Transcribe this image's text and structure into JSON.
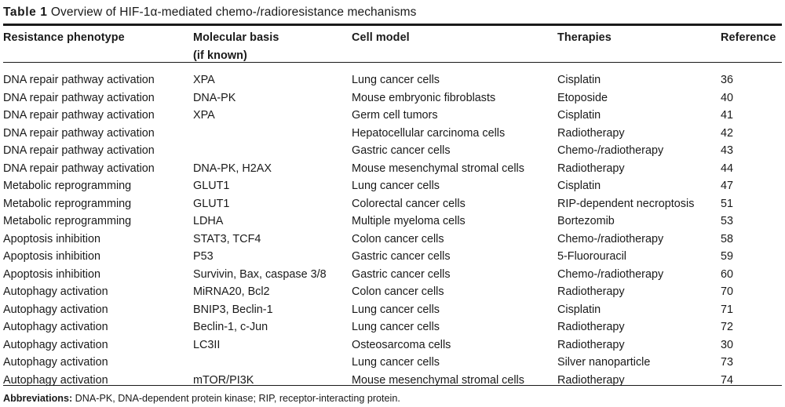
{
  "caption": {
    "label": "Table 1",
    "text": "Overview of HIF-1α-mediated chemo-/radioresistance mechanisms"
  },
  "table": {
    "columns": [
      {
        "header": "Resistance phenotype",
        "subheader": ""
      },
      {
        "header": "Molecular basis",
        "subheader": "(if known)"
      },
      {
        "header": "Cell model",
        "subheader": ""
      },
      {
        "header": "Therapies",
        "subheader": ""
      },
      {
        "header": "Reference",
        "subheader": ""
      }
    ],
    "rows": [
      [
        "DNA repair pathway activation",
        "XPA",
        "Lung cancer cells",
        "Cisplatin",
        "36"
      ],
      [
        "DNA repair pathway activation",
        "DNA-PK",
        "Mouse embryonic fibroblasts",
        "Etoposide",
        "40"
      ],
      [
        "DNA repair pathway activation",
        "XPA",
        "Germ cell tumors",
        "Cisplatin",
        "41"
      ],
      [
        "DNA repair pathway activation",
        "",
        "Hepatocellular carcinoma cells",
        "Radiotherapy",
        "42"
      ],
      [
        "DNA repair pathway activation",
        "",
        "Gastric cancer cells",
        "Chemo-/radiotherapy",
        "43"
      ],
      [
        "DNA repair pathway activation",
        "DNA-PK, H2AX",
        "Mouse mesenchymal stromal cells",
        "Radiotherapy",
        "44"
      ],
      [
        "Metabolic reprogramming",
        "GLUT1",
        "Lung cancer cells",
        "Cisplatin",
        "47"
      ],
      [
        "Metabolic reprogramming",
        "GLUT1",
        "Colorectal cancer cells",
        "RIP-dependent necroptosis",
        "51"
      ],
      [
        "Metabolic reprogramming",
        "LDHA",
        "Multiple myeloma cells",
        "Bortezomib",
        "53"
      ],
      [
        "Apoptosis inhibition",
        "STAT3, TCF4",
        "Colon cancer cells",
        "Chemo-/radiotherapy",
        "58"
      ],
      [
        "Apoptosis inhibition",
        "P53",
        "Gastric cancer cells",
        "5-Fluorouracil",
        "59"
      ],
      [
        "Apoptosis inhibition",
        "Survivin, Bax, caspase 3/8",
        "Gastric cancer cells",
        "Chemo-/radiotherapy",
        "60"
      ],
      [
        "Autophagy activation",
        "MiRNA20, Bcl2",
        "Colon cancer cells",
        "Radiotherapy",
        "70"
      ],
      [
        "Autophagy activation",
        "BNIP3, Beclin-1",
        "Lung cancer cells",
        "Cisplatin",
        "71"
      ],
      [
        "Autophagy activation",
        "Beclin-1, c-Jun",
        "Lung cancer cells",
        "Radiotherapy",
        "72"
      ],
      [
        "Autophagy activation",
        "LC3II",
        "Osteosarcoma cells",
        "Radiotherapy",
        "30"
      ],
      [
        "Autophagy activation",
        "",
        "Lung cancer cells",
        "Silver nanoparticle",
        "73"
      ],
      [
        "Autophagy activation",
        "mTOR/PI3K",
        "Mouse mesenchymal stromal cells",
        "Radiotherapy",
        "74"
      ]
    ]
  },
  "footnote": {
    "label": "Abbreviations:",
    "text": " DNA-PK, DNA-dependent protein kinase; RIP, receptor-interacting protein."
  },
  "colors": {
    "text": "#1a1a1a",
    "rule": "#1a1a1a",
    "background": "#ffffff"
  }
}
